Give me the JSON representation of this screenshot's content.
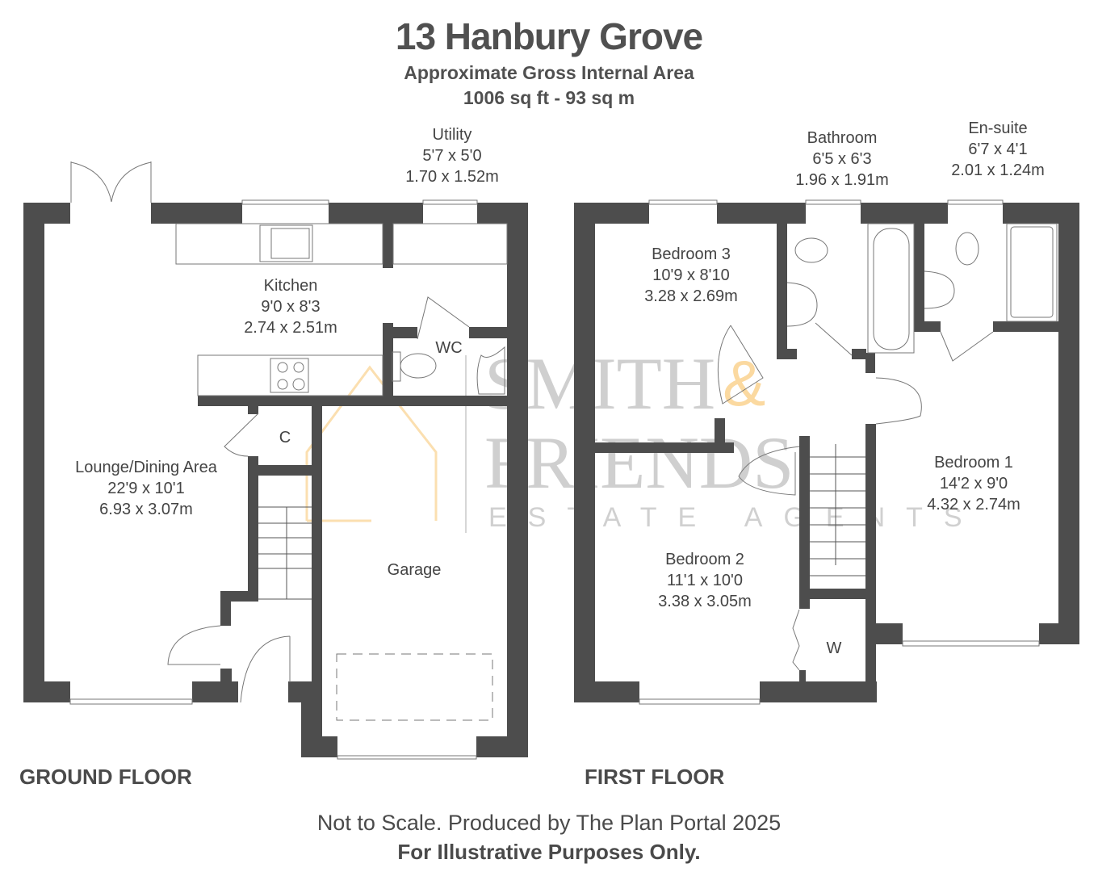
{
  "header": {
    "title": "13 Hanbury Grove",
    "subtitle": "Approximate Gross Internal Area",
    "area": "1006 sq ft - 93 sq m"
  },
  "colors": {
    "wall": "#4d4d4d",
    "text": "#4a4a4a",
    "watermark_grey": "#cfcfcf",
    "watermark_orange": "#fbd9a0"
  },
  "watermark": {
    "line1": "SMITH",
    "ampersand": "&",
    "line2": "FRIENDS",
    "line3": "ESTATE AGENTS"
  },
  "ground_floor": {
    "label": "GROUND FLOOR",
    "rooms": [
      {
        "name": "Utility",
        "imperial": "5'7 x 5'0",
        "metric": "1.70 x 1.52m"
      },
      {
        "name": "Kitchen",
        "imperial": "9'0 x 8'3",
        "metric": "2.74 x 2.51m"
      },
      {
        "name": "WC"
      },
      {
        "name": "C"
      },
      {
        "name": "Lounge/Dining Area",
        "imperial": "22'9 x 10'1",
        "metric": "6.93 x 3.07m"
      },
      {
        "name": "Garage"
      }
    ]
  },
  "first_floor": {
    "label": "FIRST FLOOR",
    "rooms": [
      {
        "name": "Bathroom",
        "imperial": "6'5 x 6'3",
        "metric": "1.96 x 1.91m"
      },
      {
        "name": "En-suite",
        "imperial": "6'7 x 4'1",
        "metric": "2.01 x 1.24m"
      },
      {
        "name": "Bedroom 3",
        "imperial": "10'9 x 8'10",
        "metric": "3.28 x 2.69m"
      },
      {
        "name": "Bedroom 1",
        "imperial": "14'2 x 9'0",
        "metric": "4.32 x 2.74m"
      },
      {
        "name": "Bedroom 2",
        "imperial": "11'1 x 10'0",
        "metric": "3.38 x 3.05m"
      },
      {
        "name": "W"
      }
    ]
  },
  "footer": {
    "note": "Not to Scale. Produced by The Plan Portal 2025",
    "disclaimer": "For Illustrative Purposes Only."
  }
}
